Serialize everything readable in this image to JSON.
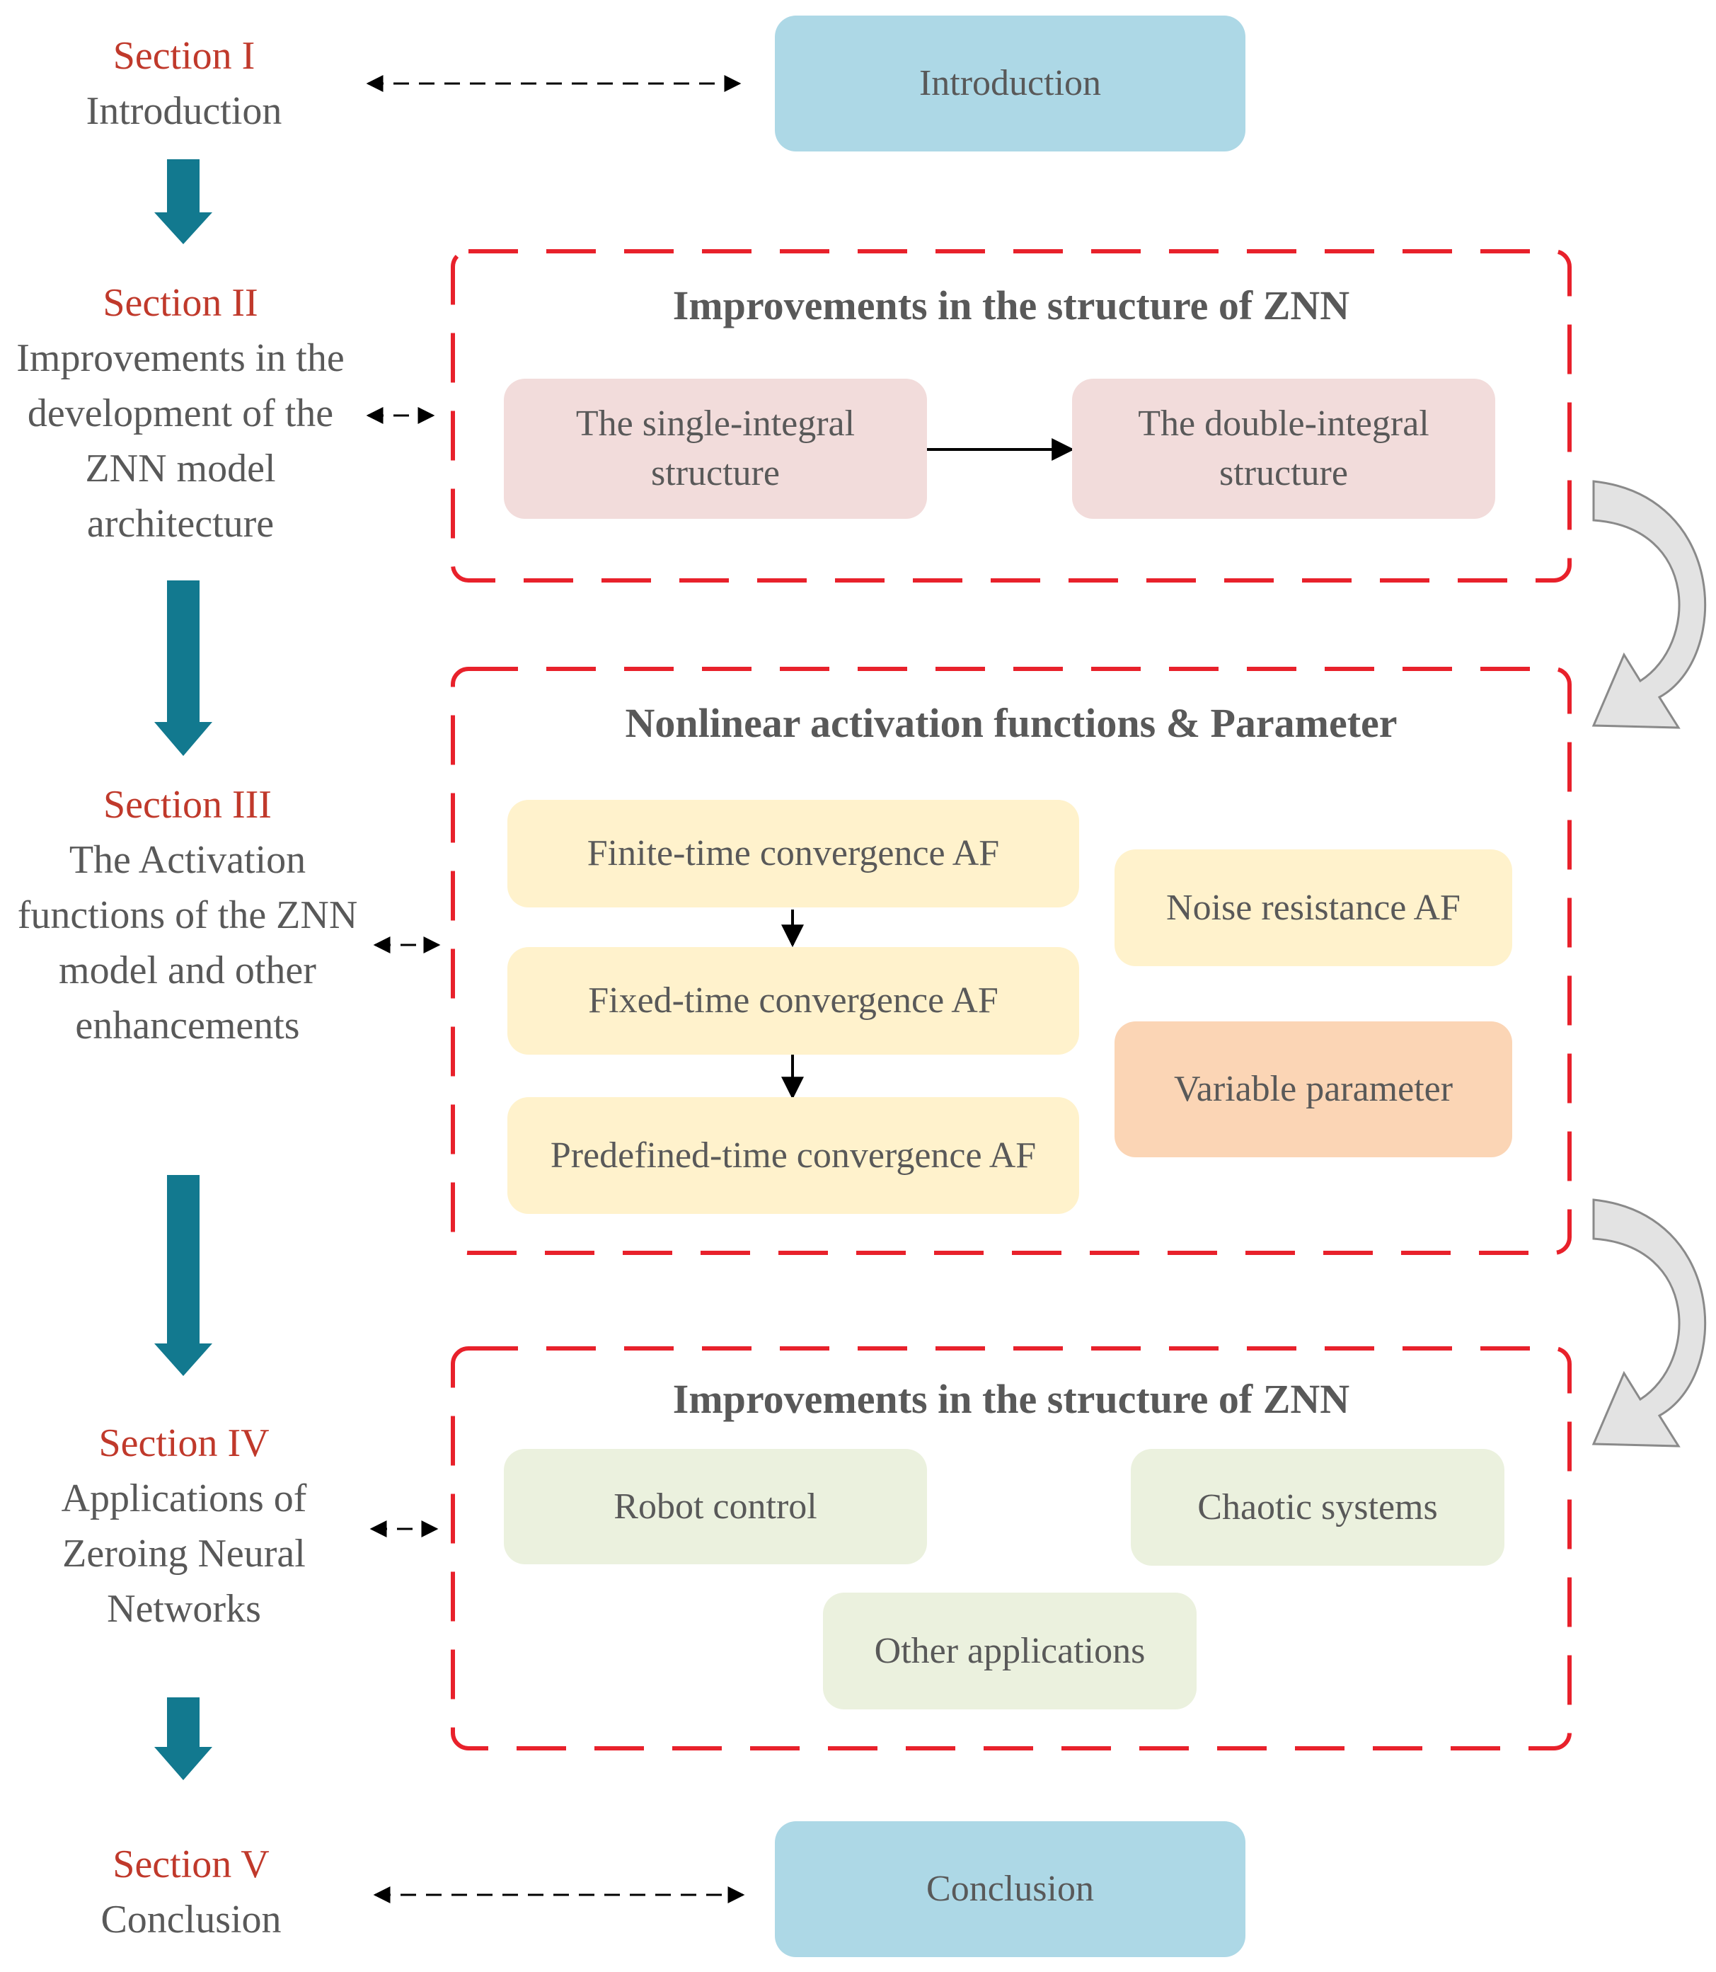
{
  "colors": {
    "section_title": "#c0392b",
    "text": "#595959",
    "teal_arrow": "#12798f",
    "dashed_frame": "#e8212b",
    "blue_box": "#add8e6",
    "pink_box": "#f2dcdb",
    "yellow_box": "#fff2cc",
    "orange_box": "#fbd5b5",
    "green_box": "#ebf1de"
  },
  "sections": [
    {
      "title": "Section I",
      "desc": "Introduction"
    },
    {
      "title": "Section II",
      "desc": "Improvements in the development of the ZNN model architecture"
    },
    {
      "title": "Section III",
      "desc": "The Activation functions of the ZNN model and other enhancements"
    },
    {
      "title": "Section IV",
      "desc": "Applications of Zeroing Neural Networks"
    },
    {
      "title": "Section V",
      "desc": "Conclusion"
    }
  ],
  "intro_box": "Introduction",
  "conclusion_box": "Conclusion",
  "group1": {
    "title": "Improvements in the structure of  ZNN",
    "single": "The single-integral structure",
    "double": "The double-integral structure"
  },
  "group2": {
    "title": "Nonlinear activation functions  &  Parameter",
    "finite": "Finite-time convergence AF",
    "fixed": "Fixed-time convergence AF",
    "predefined": "Predefined-time convergence AF",
    "noise": "Noise resistance AF",
    "variable": "Variable parameter"
  },
  "group3": {
    "title": "Improvements in the structure of  ZNN",
    "robot": "Robot control",
    "chaotic": "Chaotic systems",
    "other": "Other  applications"
  }
}
